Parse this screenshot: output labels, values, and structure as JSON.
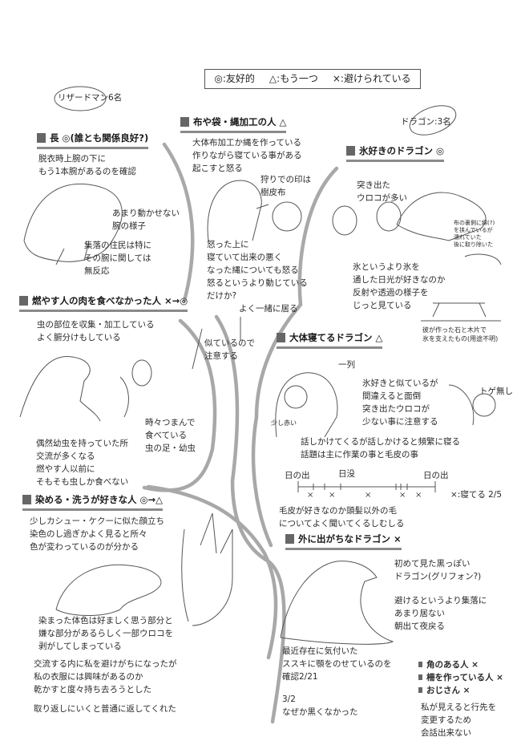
{
  "legend": {
    "friendly": "◎:友好的",
    "neutral": "△:もう一つ",
    "avoided": "×:避けられている"
  },
  "groups": {
    "lizardmen": "リザードマン6名",
    "dragons": "ドラゴン:3名"
  },
  "chief": {
    "title": "長 ◎(誰とも関係良好?)",
    "note1": [
      "脱衣時上腕の下に",
      "もう1本腕があるのを確認"
    ],
    "note2": [
      "あまり動かせない",
      "腕の様子"
    ],
    "note3": [
      "集落の住民は特に",
      "その腕に関しては",
      "無反応"
    ]
  },
  "cloth_maker": {
    "title": "布や袋・縄加工の人 △",
    "note1": [
      "大体布加工か縄を作っている",
      "作りながら寝ている事がある",
      "起こすと怒る"
    ],
    "note2": [
      "狩りでの印は",
      "樹皮布"
    ],
    "note3": [
      "怒った上に",
      "寝ていて出来の悪く",
      "なった縄についても怒る",
      "怒るというより動じている",
      "だけか?"
    ]
  },
  "links": {
    "together": "よく一緒に居る",
    "similar": [
      "似ているので",
      "注意する"
    ]
  },
  "ice_dragon": {
    "title": "氷好きのドラゴン ◎",
    "note1": [
      "突き出た",
      "ウロコが多い"
    ],
    "note2": [
      "布の裏側に綿(?)",
      "を挟んでいるが",
      "濡れていた",
      "後に取り除いた"
    ],
    "note3": [
      "氷というより氷を",
      "通した日光が好きなのか",
      "反射や透過の様子を",
      "じっと見ている"
    ],
    "note4": [
      "彼が作った石と木片で",
      "氷を支えたもの(用途不明)"
    ]
  },
  "bug_eater": {
    "title": "燃やす人の肉を食べなかった人 ×→◎",
    "note1": [
      "虫の部位を収集・加工している",
      "よく腑分けもしている"
    ],
    "note2": [
      "時々つまんで",
      "食べている",
      "虫の足・幼虫"
    ],
    "note3": [
      "偶然幼虫を持っていた所",
      "交流が多くなる",
      "燃やす人以前に",
      "そもそも虫しか食べない"
    ]
  },
  "sleepy_dragon": {
    "title": "大体寝てるドラゴン △",
    "row_label": "一列",
    "reddish": "少し赤い",
    "no_spikes": "トゲ無し",
    "note1": [
      "氷好きと似ているが",
      "間違えると面倒",
      "突き出たウロコが",
      "少ない事に注意する"
    ],
    "note2": [
      "話しかけてくるが話しかけると頻繁に寝る",
      "話題は主に作業の事と毛皮の事"
    ],
    "timeline": {
      "sunrise1": "日の出",
      "sunset": "日没",
      "sunrise2": "日の出",
      "legend": "×:寝てる 2/5"
    },
    "note3": [
      "毛皮が好きなのか頭髪以外の毛",
      "についてよく聞いてくるしむしる"
    ]
  },
  "dyer": {
    "title": "染める・洗うが好きな人 ◎→△",
    "note1": [
      "少しカシュー・ケクーに似た顔立ち",
      "染色のし過ぎかよく見ると所々",
      "色が変わっているのが分かる"
    ],
    "note2": [
      "染まった体色は好ましく思う部分と",
      "嫌な部分があるらしく一部ウロコを",
      "剥がしてしまっている"
    ],
    "note3": [
      "交流する内に私を避けがちになったが",
      "私の衣服には興味があるのか",
      "乾かすと度々持ち去ろうとした"
    ],
    "note4": "取り返しにいくと普通に返してくれた"
  },
  "outgoing_dragon": {
    "title": "外に出がちなドラゴン ×",
    "note1": [
      "初めて見た黒っぽい",
      "ドラゴン(グリフォン?)"
    ],
    "note2": [
      "避けるというより集落に",
      "あまり居ない",
      "朝出て夜戻る"
    ],
    "note3": [
      "最近存在に気付いた",
      "ススキに顎をのせているのを",
      "確認2/21"
    ],
    "note4": [
      "3/2",
      "なぜか黒くなかった"
    ]
  },
  "others": {
    "items": [
      "角のある人 ×",
      "柵を作っている人 ×",
      "おじさん ×"
    ],
    "note": [
      "私が見えると行先を",
      "変更するため",
      "会話出来ない"
    ]
  }
}
